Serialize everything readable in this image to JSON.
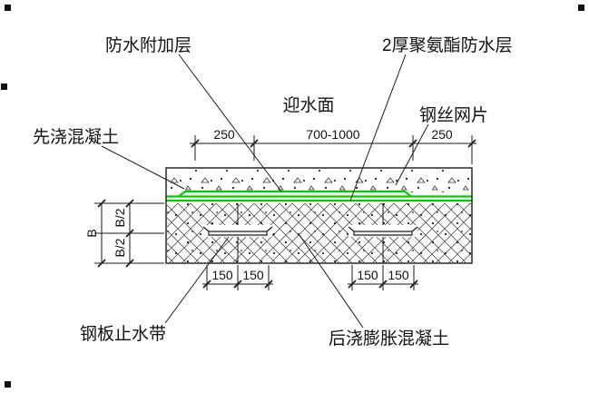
{
  "labels": {
    "waterproof_additional_layer": "防水附加层",
    "polyurethane_layer": "2厚聚氨酯防水层",
    "water_facing_side": "迎水面",
    "wire_mesh": "钢丝网片",
    "first_pour_concrete": "先浇混凝土",
    "steel_plate_waterstop": "钢板止水带",
    "post_pour_expansion_concrete": "后浇膨胀混凝土"
  },
  "dims": {
    "top": [
      "250",
      "700-1000",
      "250"
    ],
    "bottom_left": [
      "150",
      "150"
    ],
    "bottom_right": [
      "150",
      "150"
    ],
    "left_b2_upper": "B/2",
    "left_b2_lower": "B/2",
    "left_b": "B"
  },
  "colors": {
    "waterproof_green": "#00cc00",
    "ink": "#1a1a1a"
  }
}
